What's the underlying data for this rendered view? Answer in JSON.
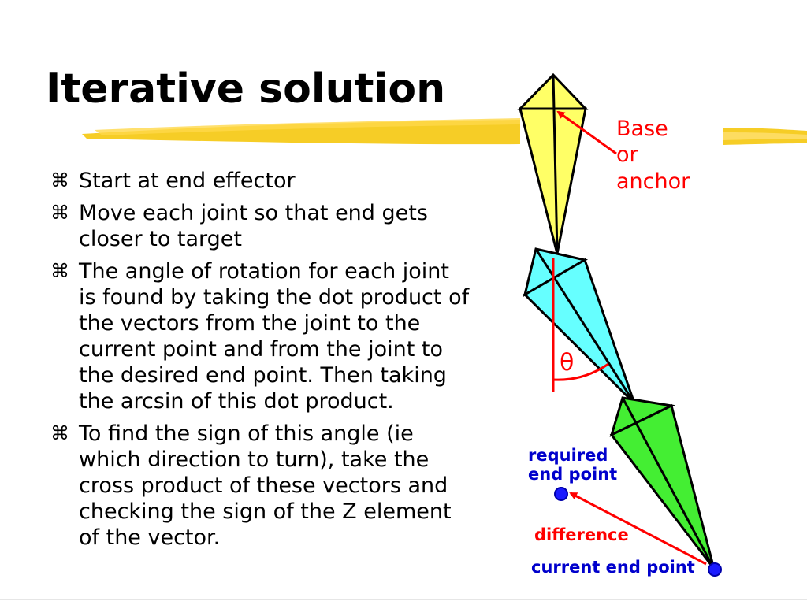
{
  "slide": {
    "title": "Iterative solution",
    "bullet_glyph": "⌘",
    "bullets": [
      {
        "lines": [
          "Start at end effector"
        ]
      },
      {
        "lines": [
          "Move each joint so that end gets",
          "closer to target"
        ]
      },
      {
        "lines": [
          "The angle of rotation for each joint",
          "is found by taking the dot product of",
          "the vectors from the joint to the",
          "current point and from the joint to",
          "the desired end point. Then taking",
          "the arcsin of this dot product."
        ]
      },
      {
        "lines": [
          "To find the sign of this angle (ie",
          "which direction to turn), take the",
          "cross product of these vectors and",
          "checking the sign of the Z element",
          "of the vector."
        ]
      }
    ]
  },
  "diagram": {
    "label_base_lines": [
      "Base",
      "or",
      "anchor"
    ],
    "label_theta": "θ",
    "label_required_lines": [
      "required",
      "end point"
    ],
    "label_difference": "difference",
    "label_current": "current end point"
  },
  "colors": {
    "highlight_stroke": "#f5c400",
    "link1_fill": "#ffff66",
    "link2_fill": "#66ffff",
    "link3_fill": "#44ee33",
    "annotation_red": "#ff0000",
    "annotation_blue": "#0000cc",
    "point_blue": "#1a1aff"
  }
}
